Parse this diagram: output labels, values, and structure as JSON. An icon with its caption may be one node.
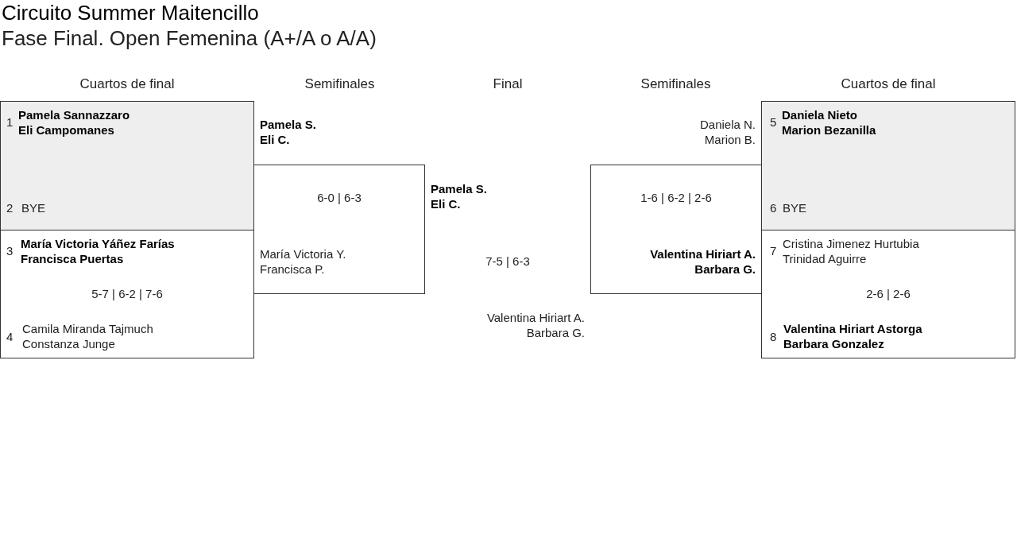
{
  "diagram": {
    "title": "Circuito Summer Maitencillo",
    "nodes": [
      {
        "text": [
          "1",
          "Pamela Sannazzaro",
          "Eli Campomanes",
          "2",
          "BYE"
        ]
      },
      {
        "text": [
          "3",
          "María Victoria Yáñez Farías",
          "Francisca Puertas",
          "5-7 | 6-2 | 7-6",
          "4",
          "Camila Miranda Tajmuch",
          "Constanza Junge"
        ]
      },
      {
        "text": [
          "Pamela S.",
          "Eli C.",
          "6-0 | 6-3",
          "María Victoria Y.",
          "Francisca P."
        ]
      },
      {
        "text": [
          "Daniela N.",
          "Marion B.",
          "1-6 | 6-2 | 2-6",
          "Valentina Hiriart A.",
          "Barbara G."
        ]
      },
      {
        "text": [
          "5",
          "Daniela Nieto",
          "Marion Bezanilla",
          "6",
          "BYE"
        ]
      },
      {
        "text": [
          "7",
          "Cristina Jimenez Hurtubia",
          "Trinidad Aguirre",
          "2-6 | 2-6",
          "8",
          "Valentina Hiriart Astorga",
          "Barbara Gonzalez"
        ]
      }
    ],
    "labels": [
      "Fase Final. Open Femenina (A+/A o A/A)",
      "Cuartos de final",
      "Semifinales",
      "Final",
      "Semifinales",
      "Cuartos de final",
      "Pamela S.",
      "Eli C.",
      "7-5 | 6-3",
      "Valentina Hiriart A.",
      "Barbara G."
    ]
  }
}
